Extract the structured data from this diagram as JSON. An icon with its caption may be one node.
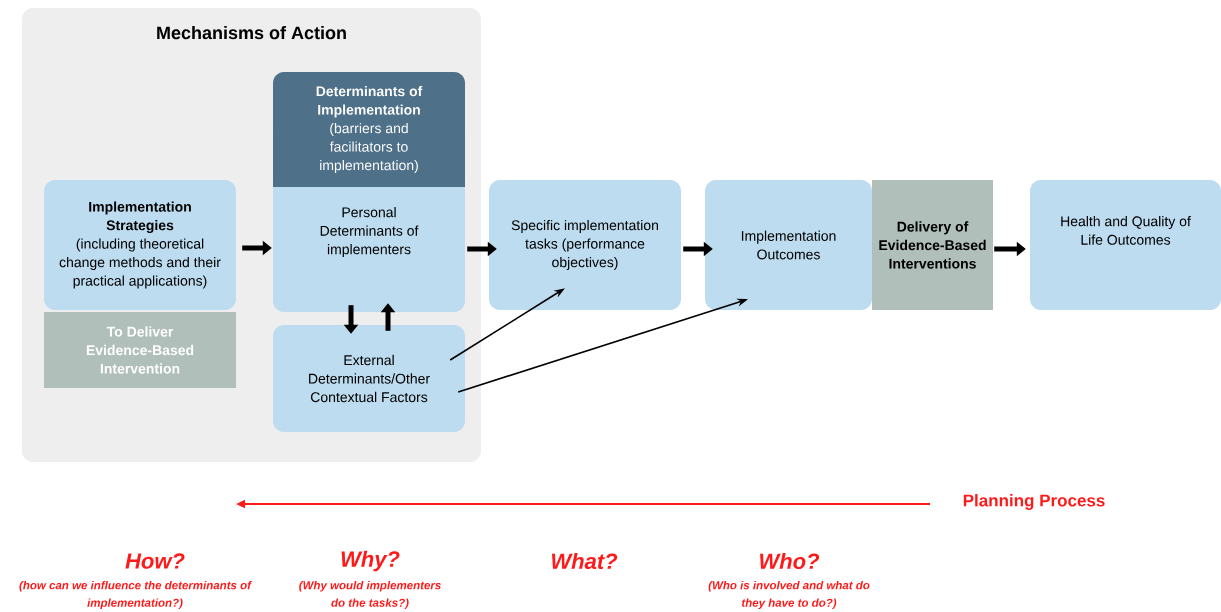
{
  "diagram": {
    "nodes": [
      {
        "text": [
          "Mechanisms of Action"
        ]
      },
      {
        "text": [
          "Implementation Strategies",
          "(including theoretical change methods and their practical applications)"
        ],
        "in": 0
      },
      {
        "text": [
          "To Deliver Evidence-Based Intervention"
        ],
        "in": 0
      },
      {
        "text": [
          "Determinants of Implementation",
          "(barriers and facilitators to implementation)"
        ],
        "in": 0
      },
      {
        "text": [
          "Personal Determinants of implementers"
        ],
        "in": 0
      },
      {
        "text": [
          "External Determinants/Other Contextual Factors"
        ],
        "in": 0
      },
      {
        "text": [
          "Specific implementation tasks (performance objectives)"
        ]
      },
      {
        "text": [
          "Implementation Outcomes"
        ]
      },
      {
        "text": [
          "Delivery of Evidence-Based Interventions"
        ]
      },
      {
        "text": [
          "Health and Quality of Life Outcomes"
        ]
      }
    ],
    "edges": [
      {
        "from": 1,
        "to": 4,
        "arrow": "to"
      },
      {
        "from": 4,
        "to": 6,
        "arrow": "to"
      },
      {
        "from": 6,
        "to": 7,
        "arrow": "to"
      },
      {
        "from": 8,
        "to": 9,
        "arrow": "to"
      },
      {
        "from": 4,
        "to": 5,
        "arrow": "to"
      },
      {
        "from": 5,
        "to": 4,
        "arrow": "to"
      },
      {
        "from": 5,
        "to": 6,
        "arrow": "to"
      },
      {
        "from": 5,
        "to": 7,
        "arrow": "to"
      }
    ],
    "labels": [
      "Planning Process",
      "How?",
      "(how can we influence the determinants of implementation?)",
      "Why?",
      "(Why would implementers do the tasks?)",
      "What?",
      "Who?",
      "(Who is involved and what do they have to do?)"
    ]
  }
}
